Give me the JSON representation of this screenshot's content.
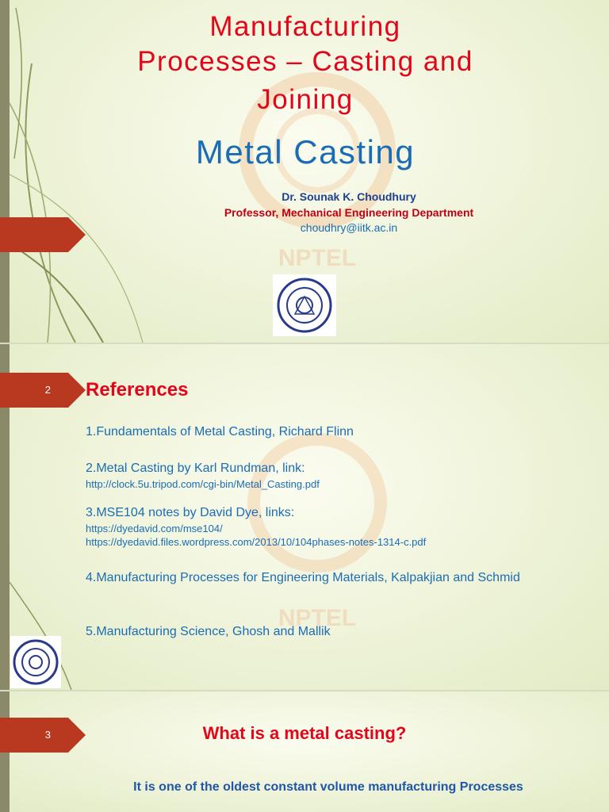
{
  "slide1": {
    "title_lines": [
      "Manufacturing",
      "Processes – Casting and",
      "Joining"
    ],
    "subtitle": "Metal Casting",
    "author": "Dr. Sounak K. Choudhury",
    "position": "Professor, Mechanical Engineering Department",
    "email": "choudhry@iitk.ac.in",
    "watermark": "NPTEL"
  },
  "slide2": {
    "number": "2",
    "heading": "References",
    "refs": [
      {
        "text": "1.Fundamentals of Metal Casting, Richard Flinn",
        "links": []
      },
      {
        "text": "2.Metal Casting by Karl Rundman, link:",
        "links": [
          "http://clock.5u.tripod.com/cgi-bin/Metal_Casting.pdf"
        ]
      },
      {
        "text": "3.MSE104 notes by David Dye, links:",
        "links": [
          "https://dyedavid.com/mse104/",
          "https://dyedavid.files.wordpress.com/2013/10/104phases-notes-1314-c.pdf"
        ]
      },
      {
        "text": "4.Manufacturing Processes for Engineering Materials, Kalpakjian and Schmid",
        "links": []
      },
      {
        "text": "5.Manufacturing Science, Ghosh and Mallik",
        "links": []
      }
    ],
    "watermark": "NPTEL"
  },
  "slide3": {
    "number": "3",
    "question": "What is a metal casting?",
    "answer": "It is one of the oldest constant volume manufacturing Processes"
  },
  "colors": {
    "title_red": "#e3061b",
    "accent_blue": "#1a6db5",
    "tag_red": "#b8391f",
    "background": "#eef3d8"
  }
}
